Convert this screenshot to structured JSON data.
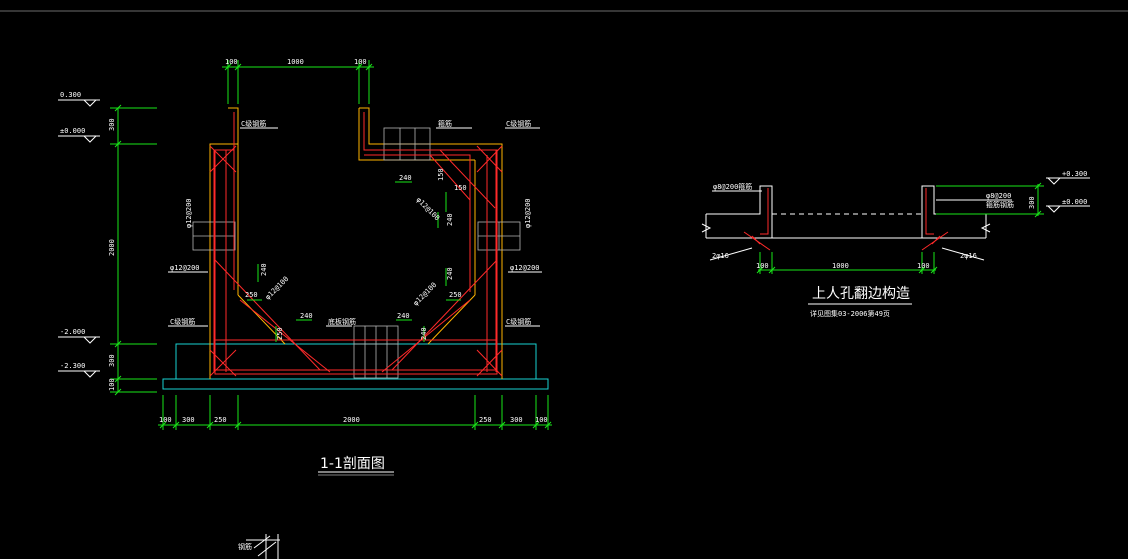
{
  "colors": {
    "background": "#000000",
    "dimension": "#19e619",
    "rebar": "#ff2a2a",
    "outline": "#ffb400",
    "cushion": "#18d2d2",
    "text": "#ffffff"
  },
  "section": {
    "title": "1-1剖面图",
    "elev": {
      "top": "0.300",
      "ground": "±0.000",
      "bottom": "-2.000",
      "base": "-2.300"
    },
    "left_dims": {
      "d300a": "300",
      "d2000": "2000",
      "d300b": "300",
      "d100": "100"
    },
    "top_dims": {
      "d100a": "100",
      "d1000": "1000",
      "d100b": "100"
    },
    "bottom_dims": {
      "d100a": "100",
      "d300a": "300",
      "d250a": "250",
      "d2000": "2000",
      "d250b": "250",
      "d300b": "300",
      "d100b": "100"
    },
    "labels": {
      "l_top_corner": "C级钢筋",
      "r_top_corner": "C级钢筋",
      "top_slab": "箍筋",
      "l_wall_a": "φ12@200",
      "l_wall_b": "φ12@200",
      "r_wall_a": "φ12@200",
      "r_wall_b": "φ12@200",
      "l_bot_corner": "C级钢筋",
      "r_bot_corner": "C级钢筋",
      "bottom_slab": "底板钢筋",
      "diag_ul": "φ12@100",
      "diag_ll": "φ12@100",
      "diag_lr": "φ12@100"
    },
    "haunch_dims": {
      "ur_240": "240",
      "ur_150a": "150",
      "ur_150b": "150",
      "ur_240b": "240",
      "ll_240": "240",
      "ll_250": "250",
      "ll_240b": "240",
      "ll_250b": "250",
      "lr_240": "240",
      "lr_250": "250",
      "lr_240b": "240",
      "lr_240c": "240"
    }
  },
  "detail": {
    "title": "上人孔翻边构造",
    "subtitle": "详见图集03-2006第49页",
    "elev": {
      "top": "+0.300",
      "ground": "±0.000"
    },
    "dims": {
      "h300": "300",
      "d100a": "100",
      "d1000": "1000",
      "d100b": "100"
    },
    "labels": {
      "left_bar": "φ8@200箍筋",
      "right_bar_a": "φ8@200",
      "right_bar_b": "箍筋钢筋",
      "left_corner": "2φ16",
      "right_corner": "2φ16"
    }
  },
  "fragment": {
    "label": "钢筋"
  }
}
